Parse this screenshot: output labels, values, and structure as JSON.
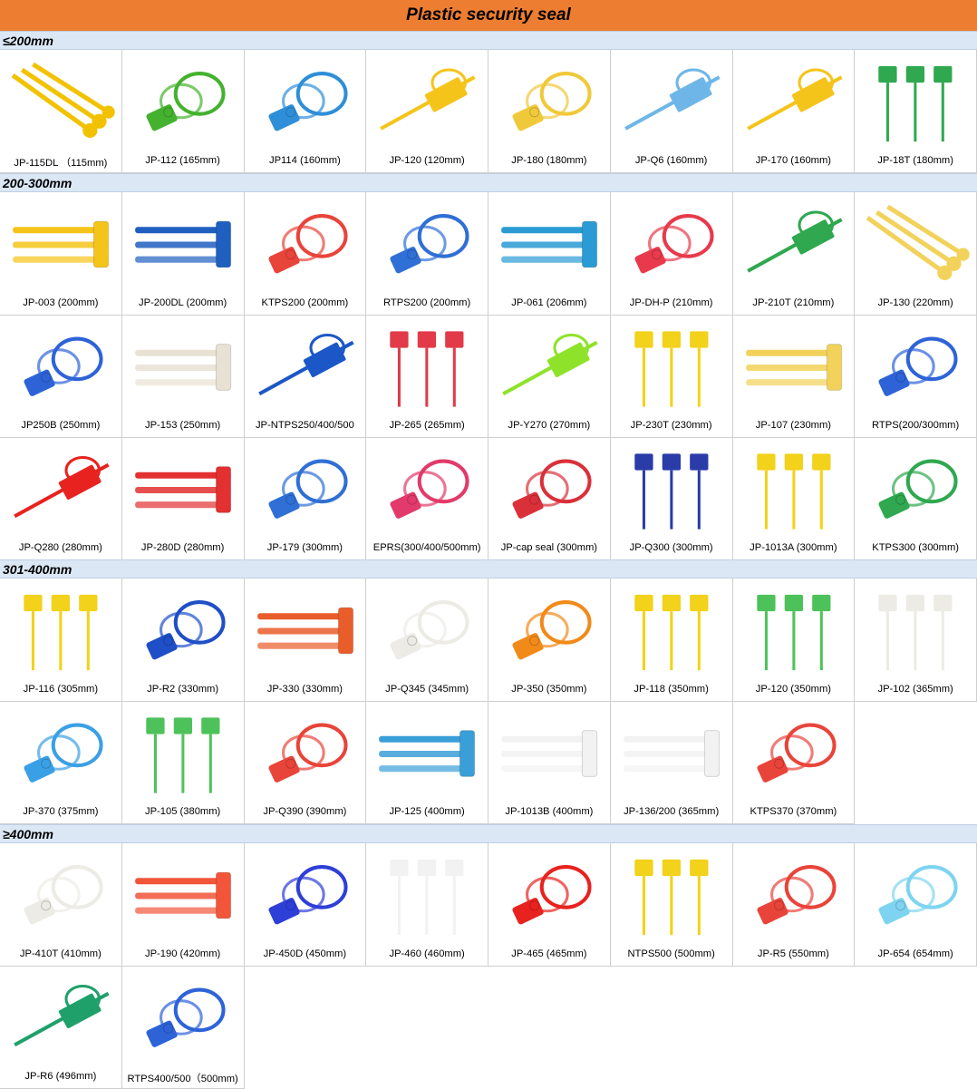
{
  "title": "Plastic security seal",
  "sections": [
    {
      "label": "≤200mm",
      "rows": [
        [
          {
            "name": "JP-115DL （115mm)",
            "icon": "pull-seal-arrow-icon",
            "color": "#f2c200"
          },
          {
            "name": "JP-112 (165mm)",
            "icon": "pull-seal-loop-icon",
            "color": "#44b22e"
          },
          {
            "name": "JP114 (160mm)",
            "icon": "pull-seal-loop-icon",
            "color": "#2e8fd8"
          },
          {
            "name": "JP-120 (120mm)",
            "icon": "pull-seal-flag-icon",
            "color": "#f5c41a"
          },
          {
            "name": "JP-180 (180mm)",
            "icon": "pull-seal-loop-icon",
            "color": "#f0c93a"
          },
          {
            "name": "JP-Q6 (160mm)",
            "icon": "pull-seal-flag-icon",
            "color": "#6fb6e8"
          },
          {
            "name": "JP-170 (160mm)",
            "icon": "pull-seal-flag-icon",
            "color": "#f5c41a"
          },
          {
            "name": "JP-18T (180mm)",
            "icon": "pull-seal-tag-icon",
            "color": "#2fa84f"
          }
        ]
      ]
    },
    {
      "label": "200-300mm",
      "rows": [
        [
          {
            "name": "JP-003 (200mm)",
            "icon": "strap-seal-icon",
            "color": "#f5c41a"
          },
          {
            "name": "JP-200DL (200mm)",
            "icon": "strap-seal-icon",
            "color": "#1f5fbf"
          },
          {
            "name": "KTPS200 (200mm)",
            "icon": "pull-seal-loop-icon",
            "color": "#e9443a"
          },
          {
            "name": "RTPS200 (200mm)",
            "icon": "pull-seal-loop-icon",
            "color": "#2f6fd6"
          },
          {
            "name": "JP-061 (206mm)",
            "icon": "strap-seal-icon",
            "color": "#2a9bd4"
          },
          {
            "name": "JP-DH-P (210mm)",
            "icon": "pull-seal-loop-icon",
            "color": "#e83a4c"
          },
          {
            "name": "JP-210T (210mm)",
            "icon": "pull-seal-flag-icon",
            "color": "#2fa84f"
          },
          {
            "name": "JP-130 (220mm)",
            "icon": "pull-seal-arrow-icon",
            "color": "#f2d25a"
          }
        ],
        [
          {
            "name": "JP250B (250mm)",
            "icon": "pull-seal-loop-icon",
            "color": "#2e63d8"
          },
          {
            "name": "JP-153 (250mm)",
            "icon": "strap-seal-icon",
            "color": "#e8e2d4"
          },
          {
            "name": "JP-NTPS250/400/500",
            "icon": "pull-seal-flag-icon",
            "color": "#1b57c7"
          },
          {
            "name": "JP-265 (265mm)",
            "icon": "pull-seal-tag-icon",
            "color": "#e23a48"
          },
          {
            "name": "JP-Y270 (270mm)",
            "icon": "pull-seal-flag-icon",
            "color": "#8ee32a"
          },
          {
            "name": "JP-230T (230mm)",
            "icon": "pull-seal-tag-icon",
            "color": "#f2d21a"
          },
          {
            "name": "JP-107 (230mm)",
            "icon": "strap-seal-icon",
            "color": "#f2d25a"
          },
          {
            "name": "RTPS(200/300mm)",
            "icon": "pull-seal-loop-icon",
            "color": "#2e63d8"
          }
        ],
        [
          {
            "name": "JP-Q280 (280mm)",
            "icon": "pull-seal-flag-icon",
            "color": "#e8221e"
          },
          {
            "name": "JP-280D (280mm)",
            "icon": "strap-seal-icon",
            "color": "#e33030"
          },
          {
            "name": "JP-179 (300mm)",
            "icon": "pull-seal-loop-icon",
            "color": "#2f6fd6"
          },
          {
            "name": "EPRS(300/400/500mm)",
            "icon": "pull-seal-loop-icon",
            "color": "#e23a6a"
          },
          {
            "name": "JP-cap seal (300mm)",
            "icon": "pull-seal-loop-icon",
            "color": "#d9303a"
          },
          {
            "name": "JP-Q300 (300mm)",
            "icon": "pull-seal-tag-icon",
            "color": "#2a3ca8"
          },
          {
            "name": "JP-1013A (300mm)",
            "icon": "pull-seal-tag-icon",
            "color": "#f2d21a"
          },
          {
            "name": "KTPS300 (300mm)",
            "icon": "pull-seal-loop-icon",
            "color": "#2fa84f"
          }
        ]
      ]
    },
    {
      "label": "301-400mm",
      "rows": [
        [
          {
            "name": "JP-116 (305mm)",
            "icon": "pull-seal-tag-icon",
            "color": "#f2d21a"
          },
          {
            "name": "JP-R2 (330mm)",
            "icon": "pull-seal-loop-icon",
            "color": "#1f4fc7"
          },
          {
            "name": "JP-330 (330mm)",
            "icon": "strap-seal-icon",
            "color": "#e85d2a"
          },
          {
            "name": "JP-Q345 (345mm)",
            "icon": "pull-seal-loop-icon",
            "color": "#ecebe6"
          },
          {
            "name": "JP-350 (350mm)",
            "icon": "pull-seal-loop-icon",
            "color": "#f28a1a"
          },
          {
            "name": "JP-118 (350mm)",
            "icon": "pull-seal-tag-icon",
            "color": "#f2d21a"
          },
          {
            "name": "JP-120 (350mm)",
            "icon": "pull-seal-tag-icon",
            "color": "#4ec25a"
          },
          {
            "name": "JP-102 (365mm)",
            "icon": "pull-seal-tag-icon",
            "color": "#ecebe6"
          }
        ],
        [
          {
            "name": "JP-370 (375mm)",
            "icon": "pull-seal-loop-icon",
            "color": "#3aa0e6"
          },
          {
            "name": "JP-105 (380mm)",
            "icon": "pull-seal-tag-icon",
            "color": "#4ec25a"
          },
          {
            "name": "JP-Q390 (390mm)",
            "icon": "pull-seal-loop-icon",
            "color": "#e9443a"
          },
          {
            "name": "JP-125 (400mm)",
            "icon": "strap-seal-icon",
            "color": "#3a9fd8"
          },
          {
            "name": "JP-1013B (400mm)",
            "icon": "strap-seal-icon",
            "color": "#f2f2f2"
          },
          {
            "name": "JP-136/200 (365mm)",
            "icon": "strap-seal-icon",
            "color": "#f2f2f2"
          },
          {
            "name": "KTPS370 (370mm)",
            "icon": "pull-seal-loop-icon",
            "color": "#e9443a"
          },
          null
        ]
      ]
    },
    {
      "label": "≥400mm",
      "rows": [
        [
          {
            "name": "JP-410T (410mm)",
            "icon": "pull-seal-loop-icon",
            "color": "#ecebe6"
          },
          {
            "name": "JP-190 (420mm)",
            "icon": "strap-seal-icon",
            "color": "#f2553a"
          },
          {
            "name": "JP-450D (450mm)",
            "icon": "pull-seal-loop-icon",
            "color": "#2e3fd8"
          },
          {
            "name": "JP-460 (460mm)",
            "icon": "pull-seal-tag-icon",
            "color": "#f2f2f2"
          },
          {
            "name": "JP-465 (465mm)",
            "icon": "pull-seal-loop-icon",
            "color": "#e8221e"
          },
          {
            "name": "NTPS500 (500mm)",
            "icon": "pull-seal-tag-icon",
            "color": "#f2d21a"
          },
          {
            "name": "JP-R5 (550mm)",
            "icon": "pull-seal-loop-icon",
            "color": "#e9443a"
          },
          {
            "name": "JP-654 (654mm)",
            "icon": "pull-seal-loop-icon",
            "color": "#7ed4f0"
          }
        ],
        [
          {
            "name": "JP-R6 (496mm)",
            "icon": "pull-seal-flag-icon",
            "color": "#1fa06a"
          },
          {
            "name": "RTPS400/500（500mm)",
            "icon": "pull-seal-loop-icon",
            "color": "#2e63d8"
          },
          null,
          null,
          null,
          null,
          null,
          null
        ]
      ]
    }
  ]
}
